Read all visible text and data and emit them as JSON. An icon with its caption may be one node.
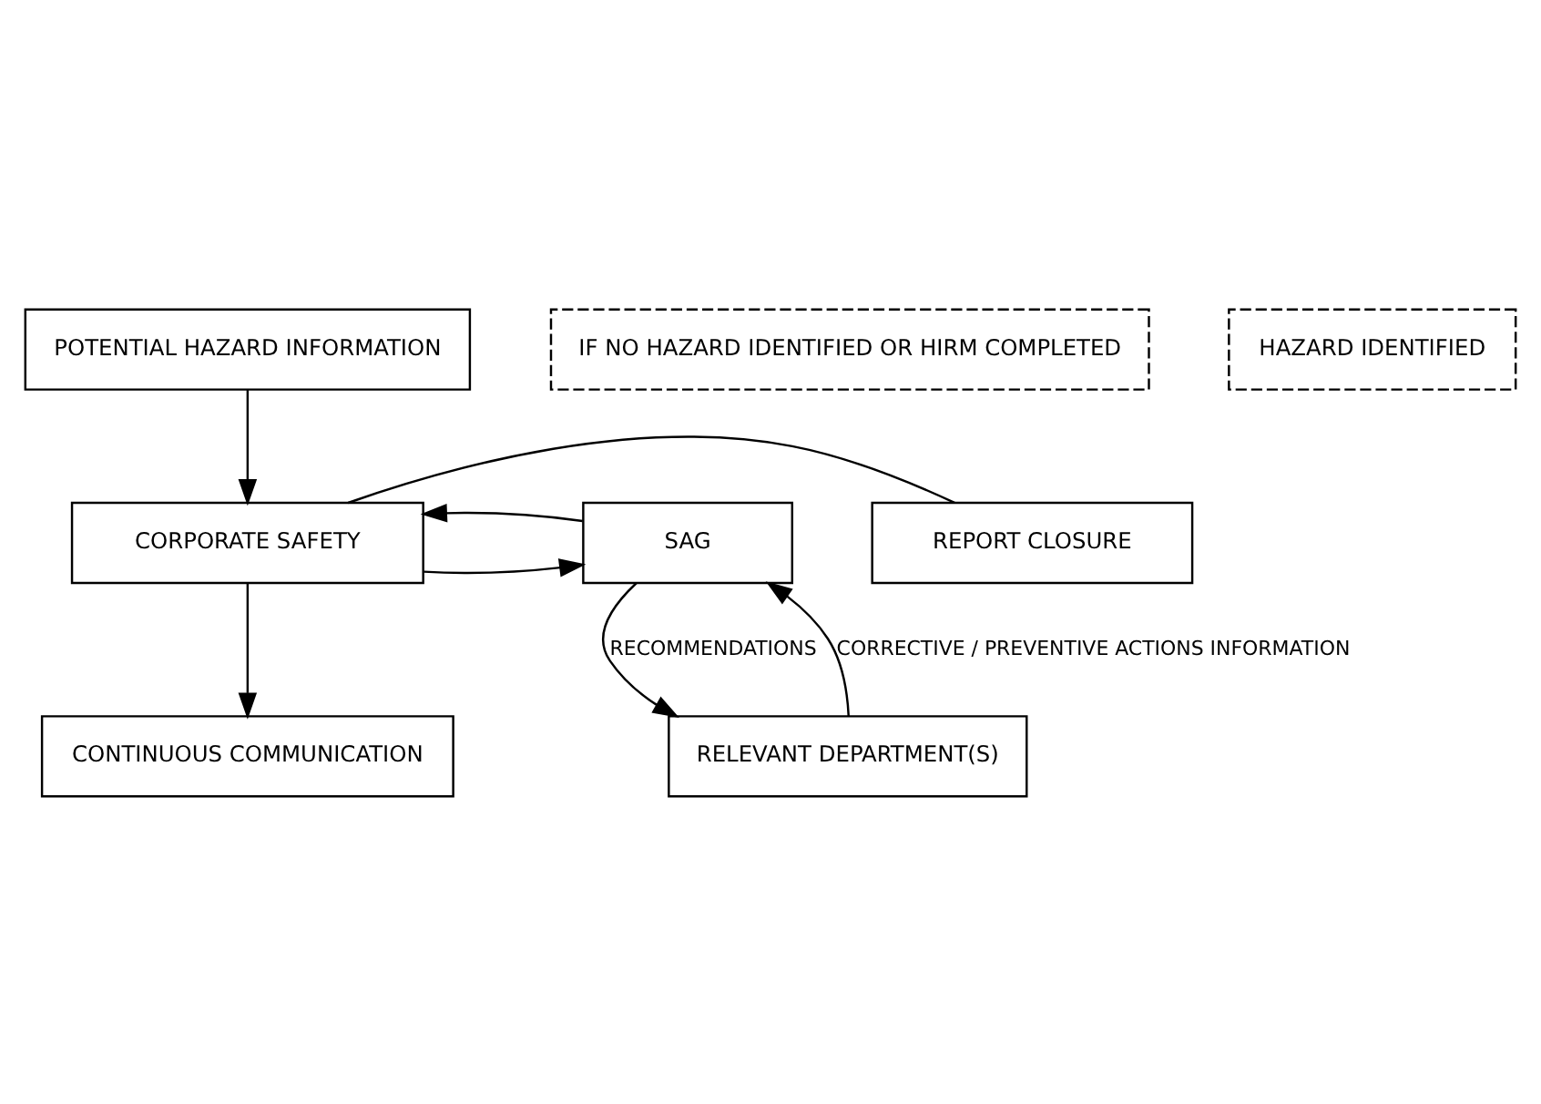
{
  "diagram": {
    "nodes": [
      {
        "text": [
          "POTENTIAL HAZARD INFORMATION"
        ]
      },
      {
        "text": [
          "IF NO HAZARD IDENTIFIED OR HIRM COMPLETED"
        ]
      },
      {
        "text": [
          "HAZARD IDENTIFIED"
        ]
      },
      {
        "text": [
          "REPORT CLOSURE"
        ]
      },
      {
        "text": [
          "CORPORATE SAFETY"
        ]
      },
      {
        "text": [
          "SAG"
        ]
      },
      {
        "text": [
          "RELEVANT DEPARTMENT(S)"
        ]
      },
      {
        "text": [
          "CONTINUOUS COMMUNICATION"
        ]
      }
    ],
    "edges": [
      {
        "from": 0,
        "to": 4,
        "arrow": "to"
      },
      {
        "from": 4,
        "to": 3,
        "arrow": "none"
      },
      {
        "from": 4,
        "to": 5,
        "arrow": "to"
      },
      {
        "from": 5,
        "to": 4,
        "arrow": "to"
      },
      {
        "from": 5,
        "to": 6,
        "arrow": "to",
        "label": "RECOMMENDATIONS"
      },
      {
        "from": 6,
        "to": 5,
        "arrow": "to",
        "label": "CORRECTIVE / PREVENTIVE ACTIONS INFORMATION"
      },
      {
        "from": 4,
        "to": 7,
        "arrow": "to"
      }
    ]
  }
}
